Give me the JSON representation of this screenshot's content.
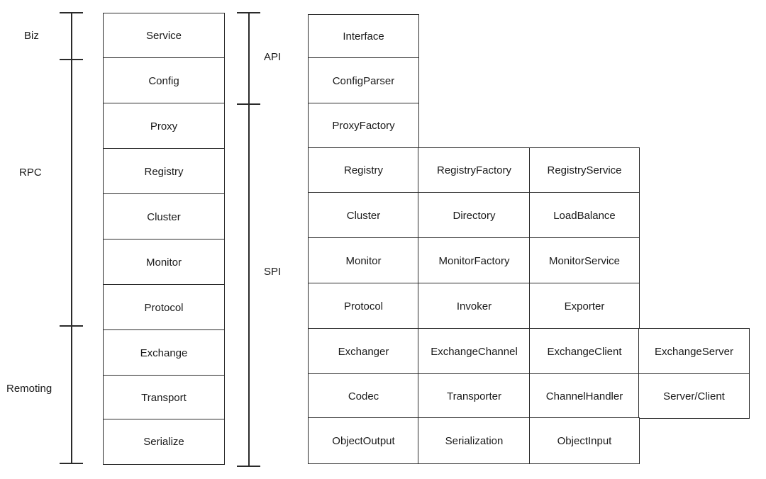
{
  "layers": {
    "groups": [
      "Biz",
      "RPC",
      "Remoting"
    ],
    "items": [
      "Service",
      "Config",
      "Proxy",
      "Registry",
      "Cluster",
      "Monitor",
      "Protocol",
      "Exchange",
      "Transport",
      "Serialize"
    ]
  },
  "api_spi": {
    "labels": [
      "API",
      "SPI"
    ]
  },
  "rows": [
    [
      "Interface"
    ],
    [
      "ConfigParser"
    ],
    [
      "ProxyFactory"
    ],
    [
      "Registry",
      "RegistryFactory",
      "RegistryService"
    ],
    [
      "Cluster",
      "Directory",
      "LoadBalance"
    ],
    [
      "Monitor",
      "MonitorFactory",
      "MonitorService"
    ],
    [
      "Protocol",
      "Invoker",
      "Exporter"
    ],
    [
      "Exchanger",
      "ExchangeChannel",
      "ExchangeClient",
      "ExchangeServer"
    ],
    [
      "Codec",
      "Transporter",
      "ChannelHandler",
      "Server/Client"
    ],
    [
      "ObjectOutput",
      "Serialization",
      "ObjectInput"
    ]
  ]
}
